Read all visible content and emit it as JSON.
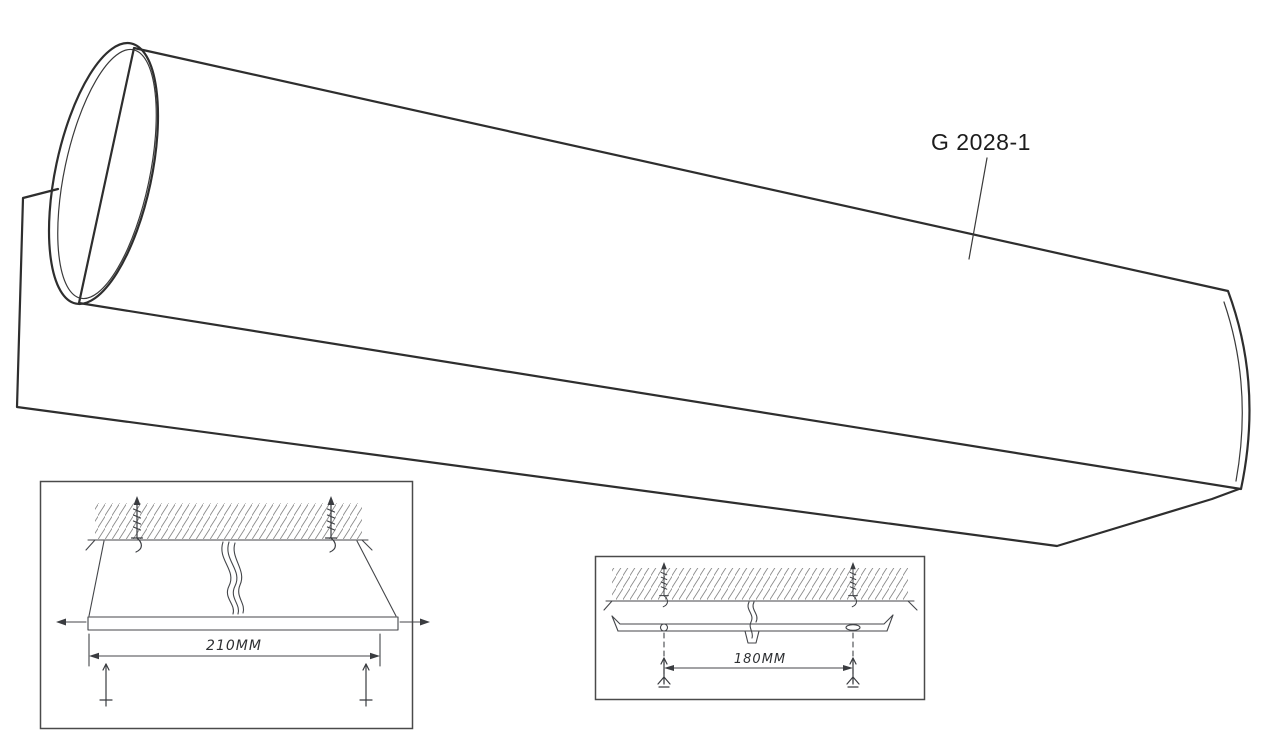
{
  "page": {
    "background": "#ffffff",
    "line_color": "#2e2e2e"
  },
  "drawing": {
    "model_label": "G 2028-1"
  },
  "detail_left": {
    "dimension_label": "210MM"
  },
  "detail_right": {
    "dimension_label": "180MM"
  }
}
